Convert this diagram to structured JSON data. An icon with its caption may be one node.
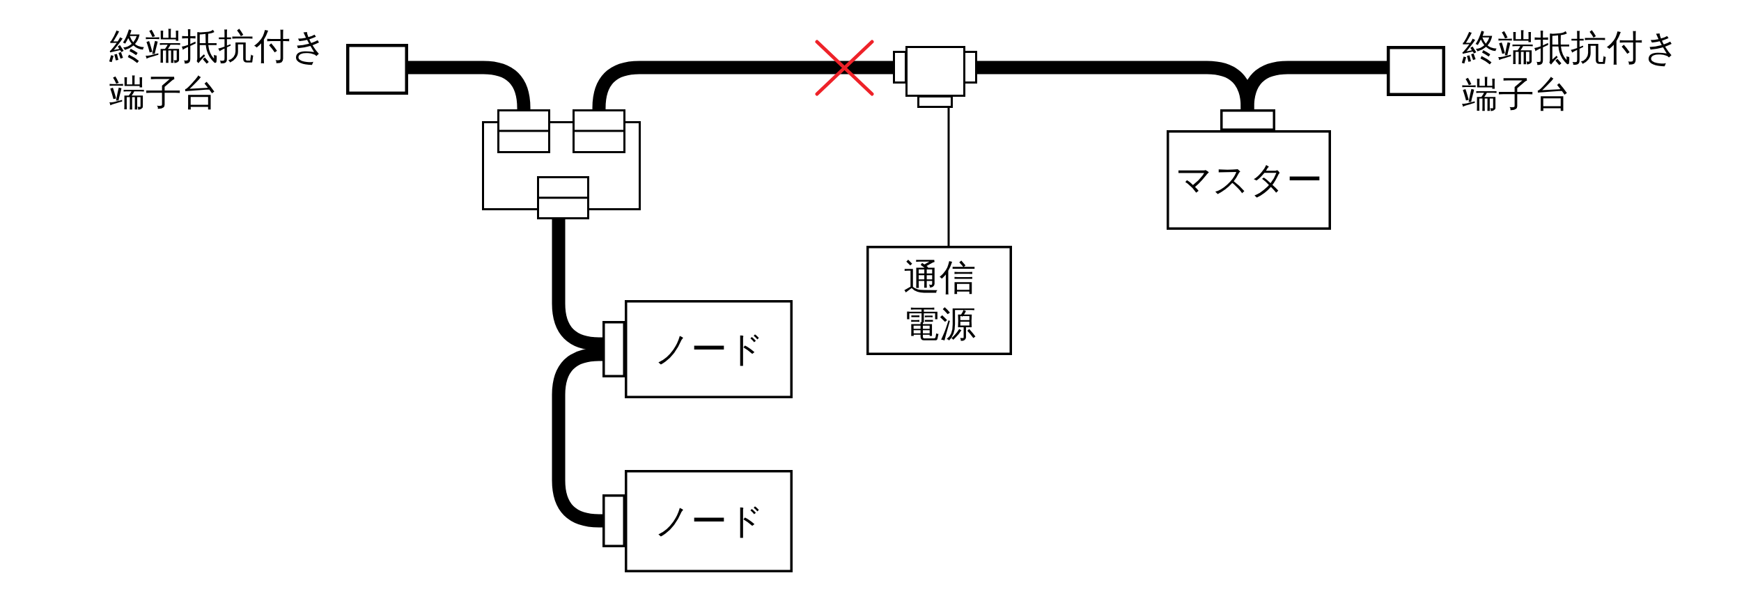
{
  "diagram": {
    "nodes": [
      {
        "text": [],
        "shape": "box",
        "beside": [
          "終端抵抗付き端子台"
        ]
      },
      {
        "text": [],
        "shape": "box"
      },
      {
        "text": [],
        "shape": "cross"
      },
      {
        "text": [],
        "shape": "box"
      },
      {
        "text": [],
        "shape": "box",
        "beside": [
          "終端抵抗付き端子台"
        ]
      },
      {
        "text": [
          "マスター"
        ]
      },
      {
        "text": [
          "通信電源"
        ]
      },
      {
        "text": [
          "ノード"
        ]
      },
      {
        "text": [
          "ノード"
        ]
      }
    ],
    "edges": [
      {
        "from": 0,
        "to": 1,
        "arrow": "none"
      },
      {
        "from": 1,
        "to": 2,
        "arrow": "none"
      },
      {
        "from": 2,
        "to": 3,
        "arrow": "none"
      },
      {
        "from": 3,
        "to": 5,
        "arrow": "none"
      },
      {
        "from": 4,
        "to": 5,
        "arrow": "none"
      },
      {
        "from": 3,
        "to": 6,
        "arrow": "none"
      },
      {
        "from": 1,
        "to": 7,
        "arrow": "none"
      },
      {
        "from": 7,
        "to": 8,
        "arrow": "none"
      }
    ]
  }
}
